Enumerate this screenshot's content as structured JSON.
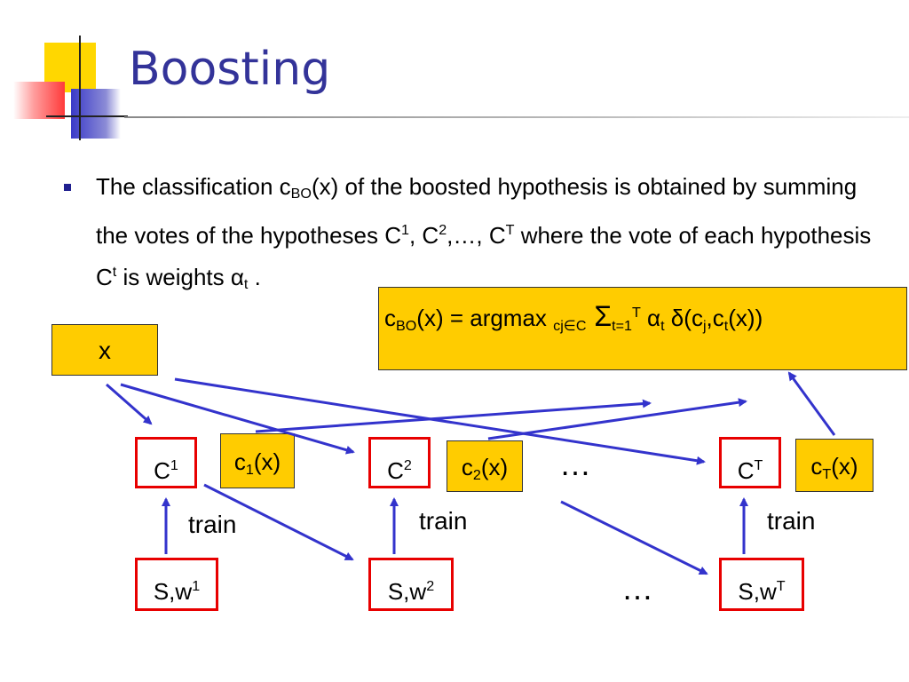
{
  "title": "Boosting",
  "bullet": {
    "t1": "The classification c",
    "sub_bo": "BO",
    "t2": "(x) of the boosted hypothesis is obtained by summing the votes of the hypotheses C",
    "sup1": "1",
    "t3": ", C",
    "sup2": "2",
    "t4": ",…, C",
    "supT": "T",
    "t5": " where the vote of each hypothesis C",
    "supt": "t",
    "t6": " is weights ",
    "alpha": "α",
    "sub_t": "t",
    "t7": " ."
  },
  "formula": {
    "c": "c",
    "sub_bo": "BO",
    "mid": "(x) = argmax ",
    "sub_cj": "cj∈C",
    "sigma": " Σ",
    "sub_t1": "t=1",
    "sup_T": "T",
    "alpha": " α",
    "sub_t": "t",
    "delta": " δ",
    "p1": "(c",
    "sub_j": "j",
    "p2": ",c",
    "sub_t2": "t",
    "p3": "(x))"
  },
  "x_box": "x",
  "classifiers": [
    {
      "base": "C",
      "sup": "1"
    },
    {
      "base": "C",
      "sup": "2"
    },
    {
      "base": "C",
      "sup": "T"
    }
  ],
  "outputs": [
    {
      "base": "c",
      "sub": "1",
      "tail": "(x)"
    },
    {
      "base": "c",
      "sub": "2",
      "tail": "(x)"
    },
    {
      "base": "c",
      "sub": "T",
      "tail": "(x)"
    }
  ],
  "samples": [
    {
      "base": "S,w",
      "sup": "1"
    },
    {
      "base": "S,w",
      "sup": "2"
    },
    {
      "base": "S,w",
      "sup": "T"
    }
  ],
  "train_labels": [
    "train",
    "train",
    "train"
  ],
  "ellipsis_top": "…",
  "ellipsis_bottom": "…",
  "colors": {
    "title": "#333399",
    "box_fill": "#ffcc00",
    "box_border": "#e80000",
    "arrow": "#3333cc"
  }
}
